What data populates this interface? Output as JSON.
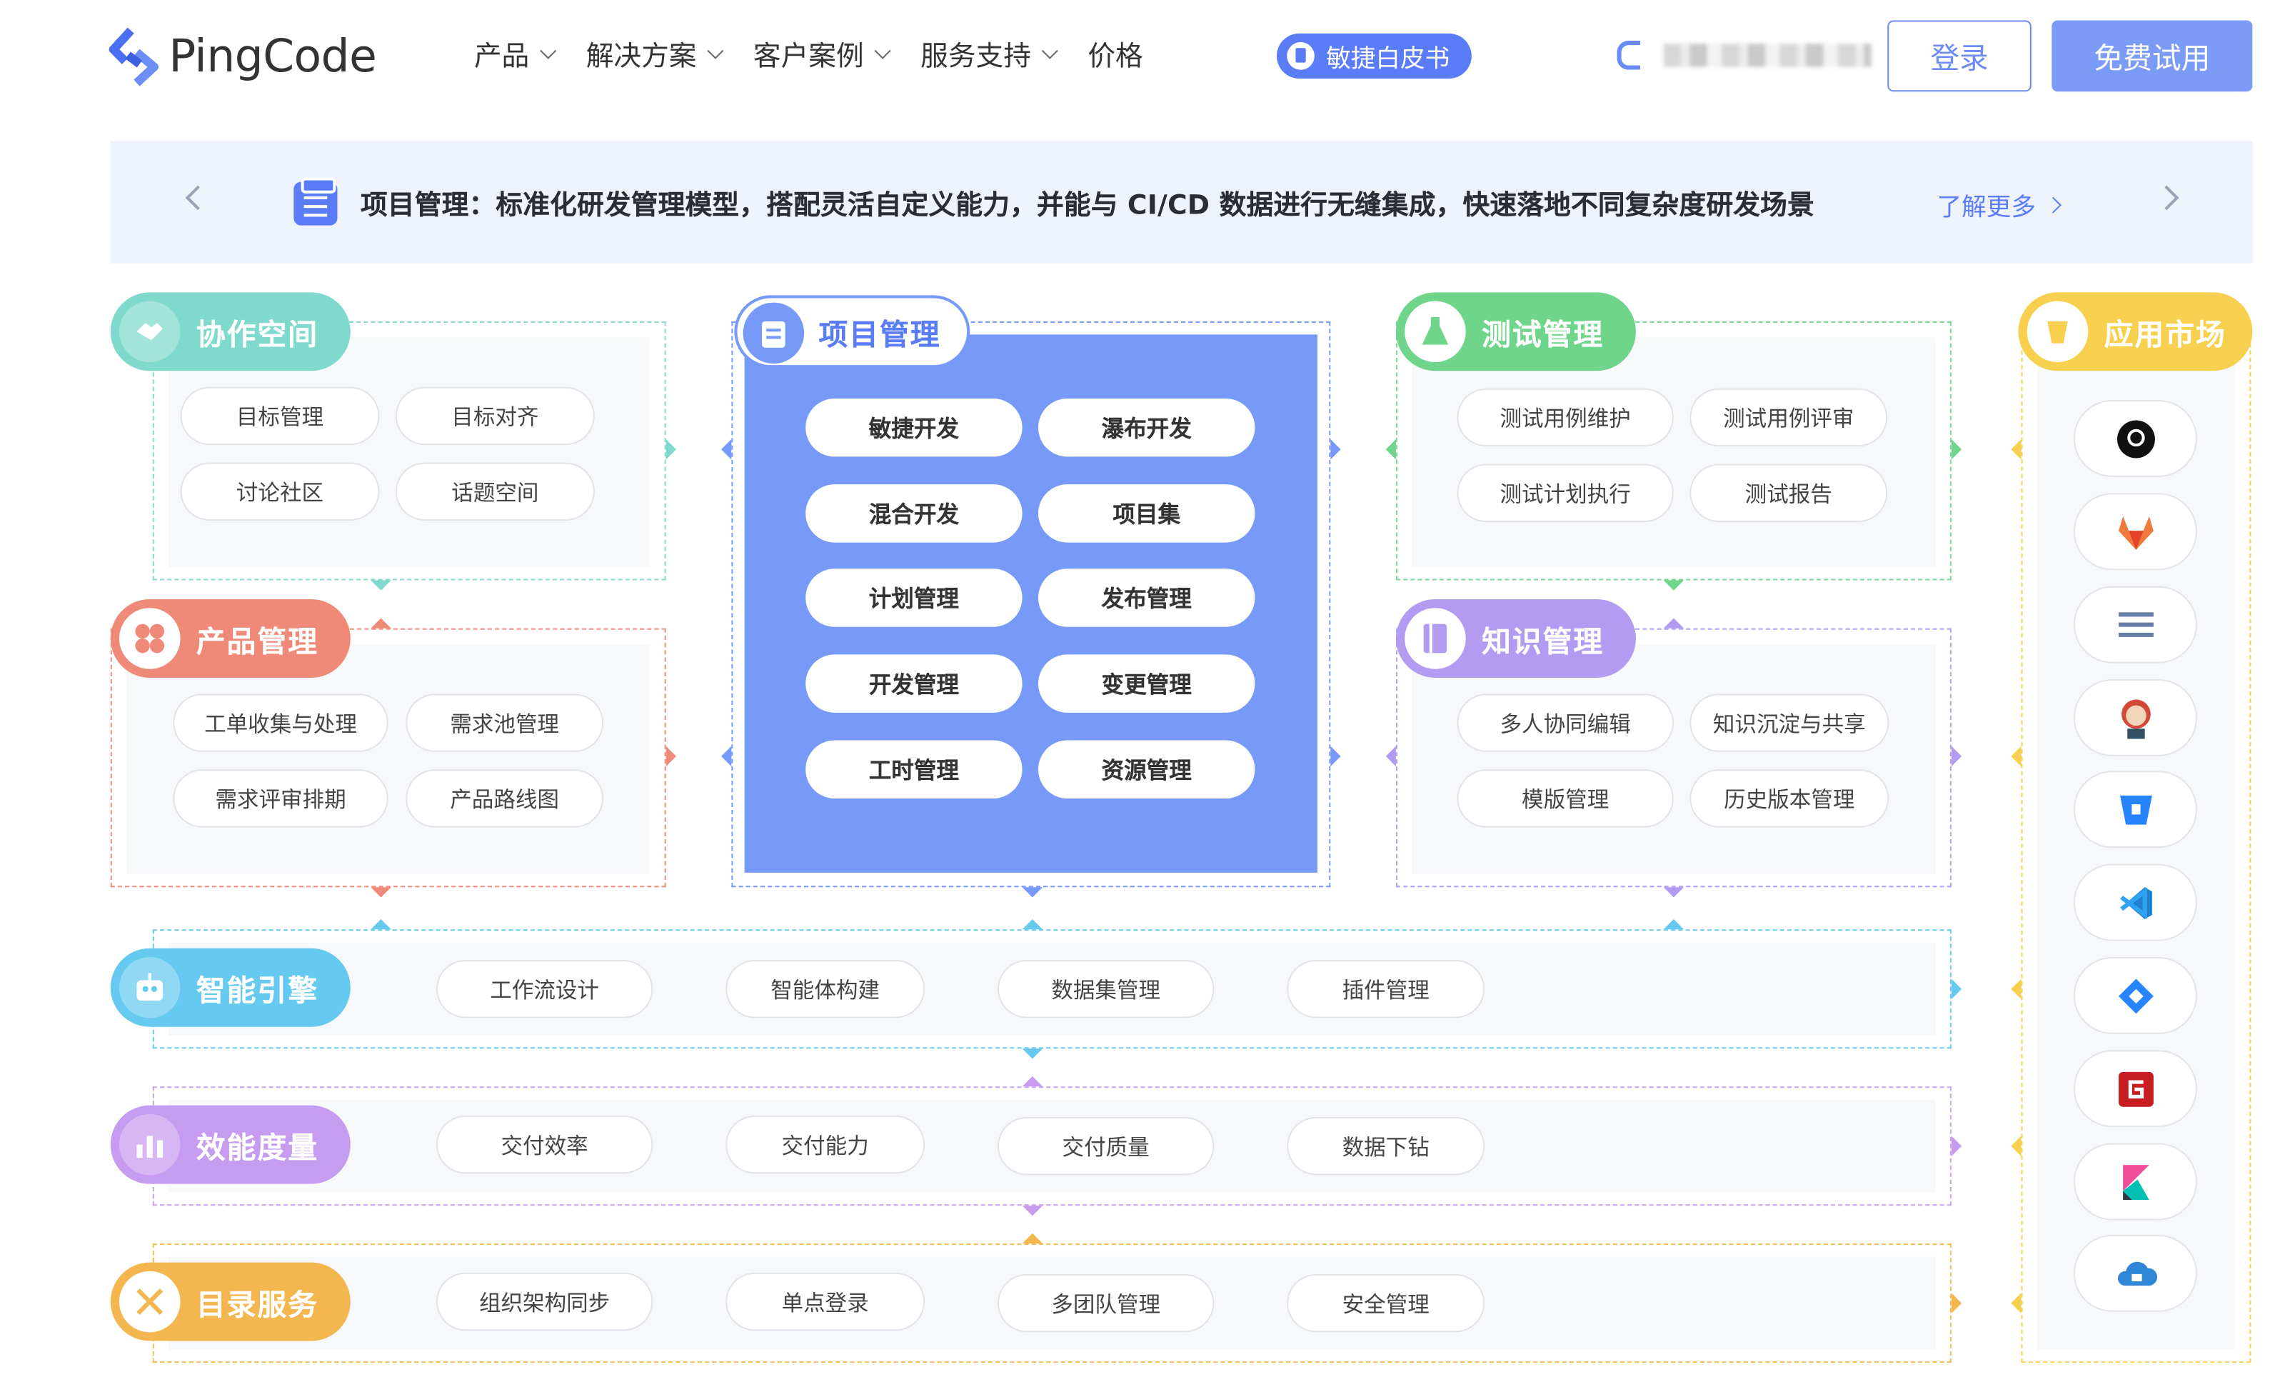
{
  "nav": {
    "brand": "PingCode",
    "menu": [
      {
        "label": "产品",
        "dropdown": true
      },
      {
        "label": "解决方案",
        "dropdown": true
      },
      {
        "label": "客户案例",
        "dropdown": true
      },
      {
        "label": "服务支持",
        "dropdown": true
      },
      {
        "label": "价格",
        "dropdown": false
      }
    ],
    "whitepaper": "敏捷白皮书",
    "login": "登录",
    "trial": "免费试用"
  },
  "banner": {
    "text": "项目管理：标准化研发管理模型，搭配灵活自定义能力，并能与 CI/CD 数据进行无缝集成，快速落地不同复杂度研发场景",
    "link": "了解更多"
  },
  "collab": {
    "title": "协作空间",
    "color": "#7fd9cc",
    "items": [
      "目标管理",
      "目标对齐",
      "讨论社区",
      "话题空间"
    ]
  },
  "product": {
    "title": "产品管理",
    "color": "#ee8a77",
    "items": [
      "工单收集与处理",
      "需求池管理",
      "需求评审排期",
      "产品路线图"
    ]
  },
  "project": {
    "title": "项目管理",
    "color": "#7799f7",
    "items": [
      "敏捷开发",
      "瀑布开发",
      "混合开发",
      "项目集",
      "计划管理",
      "发布管理",
      "开发管理",
      "变更管理",
      "工时管理",
      "资源管理"
    ]
  },
  "testing": {
    "title": "测试管理",
    "color": "#6fd58a",
    "items": [
      "测试用例维护",
      "测试用例评审",
      "测试计划执行",
      "测试报告"
    ]
  },
  "knowledge": {
    "title": "知识管理",
    "color": "#b29cf1",
    "items": [
      "多人协同编辑",
      "知识沉淀与共享",
      "模版管理",
      "历史版本管理"
    ]
  },
  "ai": {
    "title": "智能引擎",
    "color": "#66c9ef",
    "items": [
      "工作流设计",
      "智能体构建",
      "数据集管理",
      "插件管理"
    ]
  },
  "efficiency": {
    "title": "效能度量",
    "color": "#c69cf0",
    "items": [
      "交付效率",
      "交付能力",
      "交付质量",
      "数据下钻"
    ]
  },
  "directory": {
    "title": "目录服务",
    "color": "#f4b64e",
    "items": [
      "组织架构同步",
      "单点登录",
      "多团队管理",
      "安全管理"
    ]
  },
  "market": {
    "title": "应用市场",
    "color": "#f7d04f",
    "apps": [
      "github-icon",
      "gitlab-icon",
      "jenkins-stack-icon",
      "jenkins-icon",
      "bitbucket-icon",
      "vscode-icon",
      "jira-icon",
      "gitee-icon",
      "kibana-icon",
      "cloud-icon"
    ]
  }
}
